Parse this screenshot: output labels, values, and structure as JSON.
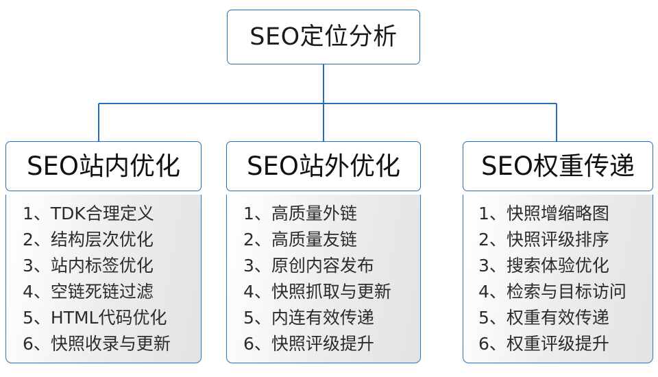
{
  "diagram": {
    "type": "org-chart-tree",
    "accent_color": "#1f6fbf",
    "body_fill_start": "#ffffff",
    "body_fill_end": "#e2e3e3",
    "text_color": "#2b2b2b",
    "root": {
      "title": "SEO定位分析"
    },
    "branches": [
      {
        "title": "SEO站内优化",
        "items": [
          {
            "num": "1、",
            "text": "TDK合理定义"
          },
          {
            "num": "2、",
            "text": "结构层次优化"
          },
          {
            "num": "3、",
            "text": "站内标签优化"
          },
          {
            "num": "4、",
            "text": "空链死链过滤"
          },
          {
            "num": "5、",
            "text": "HTML代码优化"
          },
          {
            "num": "6、",
            "text": "快照收录与更新"
          }
        ]
      },
      {
        "title": "SEO站外优化",
        "items": [
          {
            "num": "1、",
            "text": "高质量外链"
          },
          {
            "num": "2、",
            "text": "高质量友链"
          },
          {
            "num": "3、",
            "text": "原创内容发布"
          },
          {
            "num": "4、",
            "text": "快照抓取与更新"
          },
          {
            "num": "5、",
            "text": "内连有效传递"
          },
          {
            "num": "6、",
            "text": "快照评级提升"
          }
        ]
      },
      {
        "title": "SEO权重传递",
        "items": [
          {
            "num": "1、",
            "text": "快照增缩略图"
          },
          {
            "num": "2、",
            "text": "快照评级排序"
          },
          {
            "num": "3、",
            "text": "搜索体验优化"
          },
          {
            "num": "4、",
            "text": "检索与目标访问"
          },
          {
            "num": "5、",
            "text": "权重有效传递"
          },
          {
            "num": "6、",
            "text": "权重评级提升"
          }
        ]
      }
    ]
  }
}
